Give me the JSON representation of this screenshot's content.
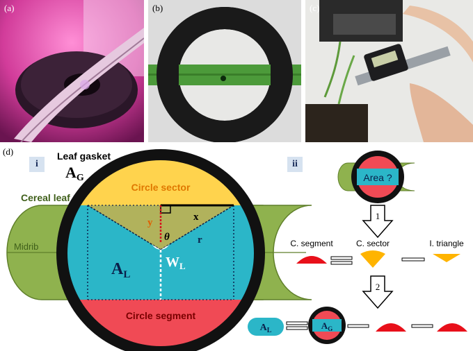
{
  "panels": {
    "a_label": "(a)",
    "b_label": "(b)",
    "c_label": "(c)",
    "d_label": "(d)"
  },
  "section_i": {
    "label": "i",
    "gasket_title": "Leaf gasket",
    "gasket_symbol": "A",
    "gasket_sub": "G",
    "cereal_leaf": "Cereal leaf",
    "midrib": "Midrib",
    "circle_sector": "Circle sector",
    "circle_segment": "Circle segment",
    "x": "x",
    "y": "y",
    "r": "r",
    "theta": "θ",
    "al_symbol": "A",
    "al_sub": "L",
    "wl_symbol": "W",
    "wl_sub": "L"
  },
  "section_ii": {
    "label": "ii",
    "area_question": "Area ?",
    "step1": "1",
    "step2": "2",
    "c_segment": "C. segment",
    "c_sector": "C. sector",
    "i_triangle": "I. triangle",
    "al_symbol": "A",
    "al_sub": "L",
    "ag_symbol": "A",
    "ag_sub": "G"
  },
  "colors": {
    "leaf": "#8fb24e",
    "leaf_stroke": "#5f7f2a",
    "gasket": "#111111",
    "sector": "#ffd34d",
    "segment": "#f04a55",
    "leaf_area": "#2bb6c8",
    "red": "#e8101a",
    "orange": "#ffb400"
  }
}
